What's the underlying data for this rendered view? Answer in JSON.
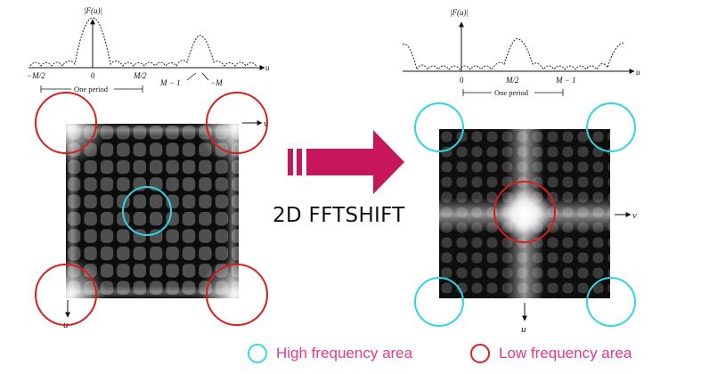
{
  "left_plot": {
    "ylabel": "|F(u)|",
    "axis_var": "u",
    "ticks": [
      "−M/2",
      "0",
      "M/2",
      "M − 1",
      "−M"
    ],
    "period_label": "One period"
  },
  "right_plot": {
    "ylabel": "|F(u)|",
    "axis_var": "u",
    "ticks": [
      "0",
      "M/2",
      "M − 1"
    ],
    "period_label": "One period"
  },
  "left_image_axes": {
    "horizontal": "v",
    "vertical": "u"
  },
  "right_image_axes": {
    "horizontal": "v",
    "vertical": "u"
  },
  "arrow_caption": "2D FFTSHIFT",
  "legend": {
    "high": {
      "label": "High frequency area",
      "color": "#3ad6e6",
      "text_color": "#e23a8a"
    },
    "low": {
      "label": "Low frequency area",
      "color": "#e02020",
      "text_color": "#e23a8a"
    }
  },
  "colors": {
    "arrow": "#c8165a",
    "high_circle": "#2fd5e5",
    "low_circle": "#d81e1e"
  }
}
